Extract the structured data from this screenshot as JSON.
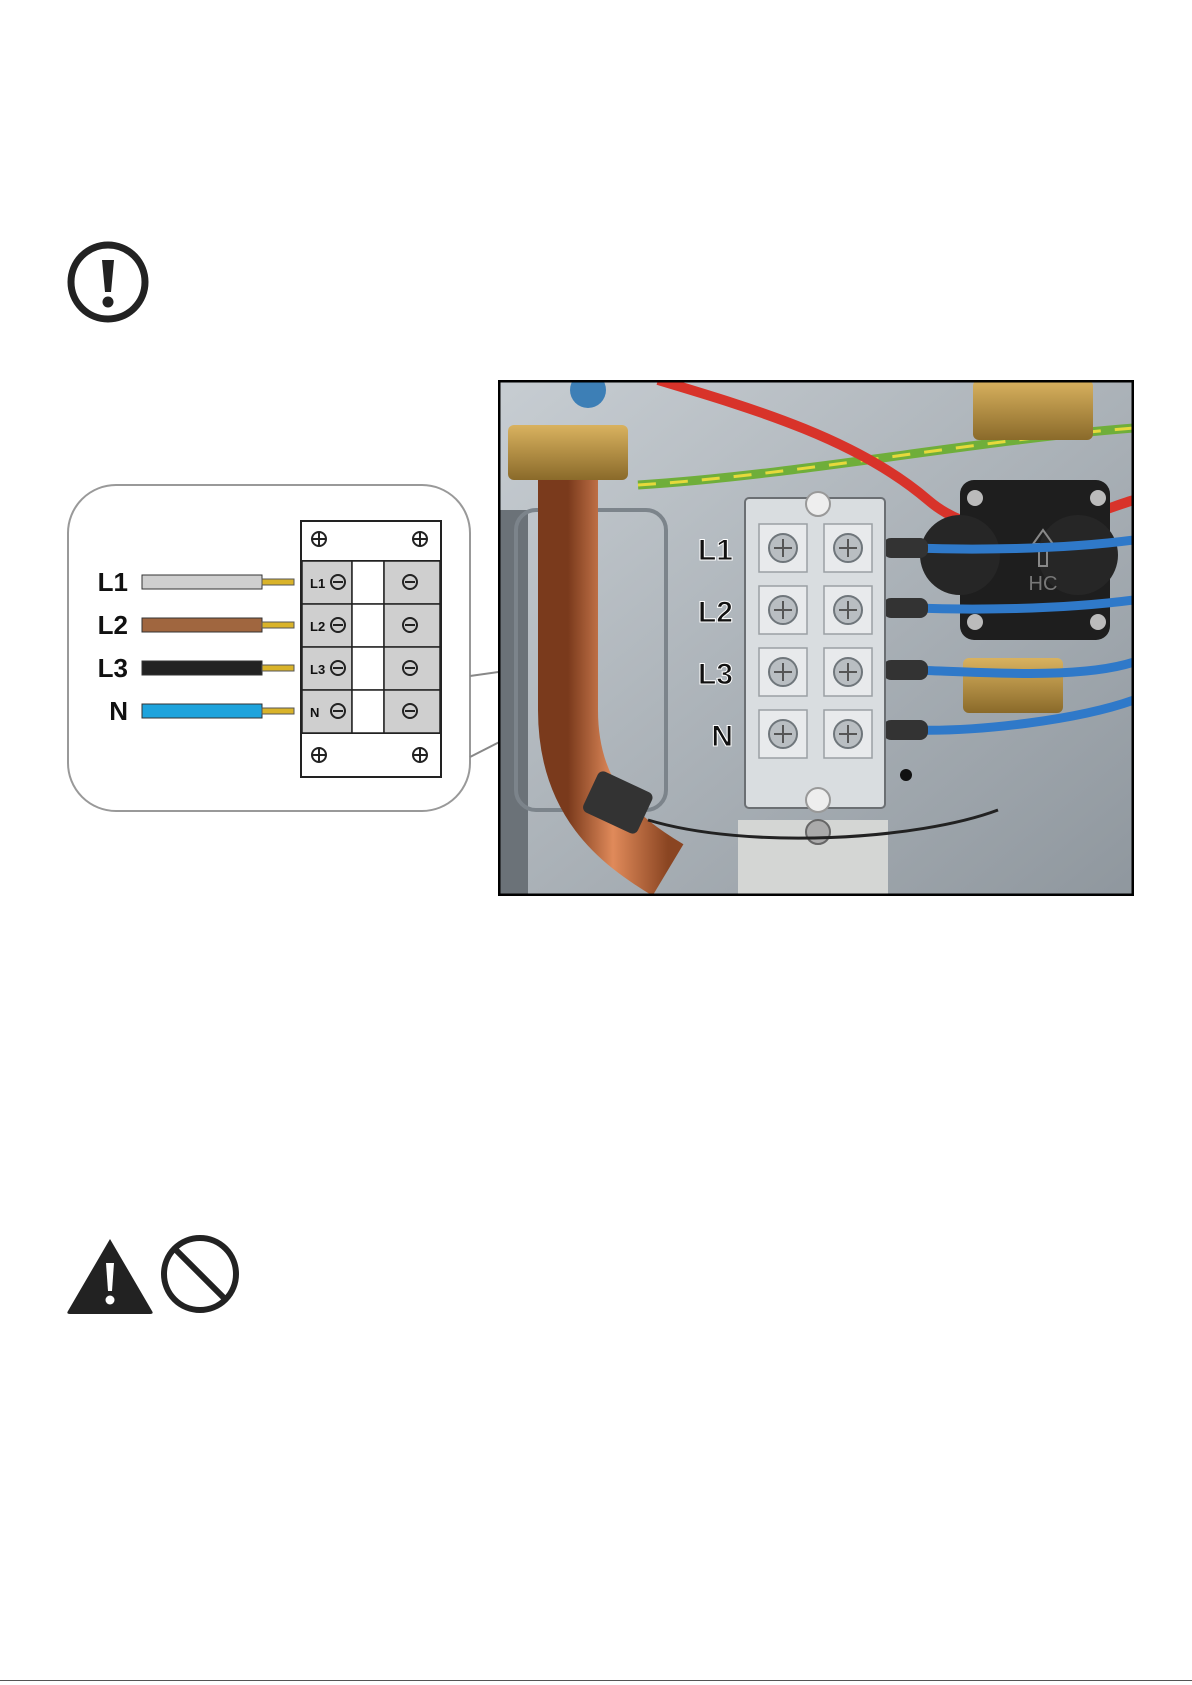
{
  "diagram": {
    "wire_labels": [
      "L1",
      "L2",
      "L3",
      "N"
    ],
    "wire_colors": [
      "#cfcfcf",
      "#a0663f",
      "#222222",
      "#1ea3dc"
    ],
    "terminal_labels": [
      "L1",
      "L2",
      "L3",
      "N"
    ]
  },
  "photo": {
    "terminal_labels": [
      "L1",
      "L2",
      "L3",
      "N"
    ],
    "flow_sensor_text": "HC"
  },
  "icons": {
    "notice": "exclamation-circle-icon",
    "warning": "warning-triangle-icon",
    "prohibited": "prohibition-icon"
  }
}
